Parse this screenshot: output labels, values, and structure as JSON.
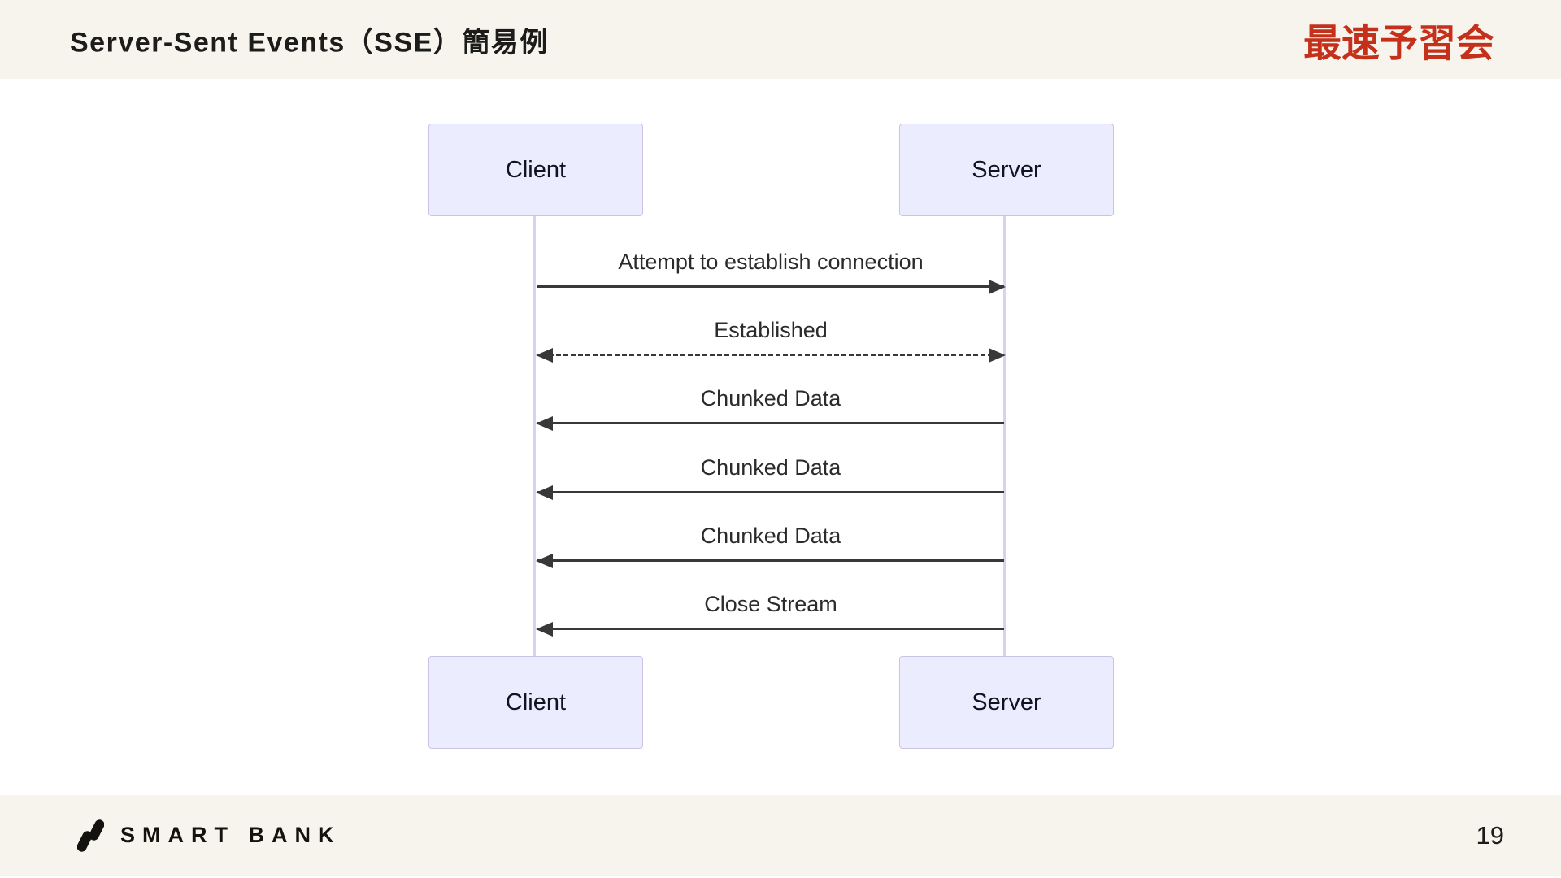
{
  "header": {
    "title": "Server-Sent Events（SSE）簡易例",
    "badge": "最速予習会"
  },
  "diagram": {
    "actors": {
      "left": "Client",
      "right": "Server"
    },
    "messages": [
      {
        "label": "Attempt to establish connection",
        "from": "Client",
        "to": "Server",
        "line": "solid",
        "heads": "right"
      },
      {
        "label": "Established",
        "from": "Client",
        "to": "Server",
        "line": "dashed",
        "heads": "both"
      },
      {
        "label": "Chunked Data",
        "from": "Server",
        "to": "Client",
        "line": "solid",
        "heads": "left"
      },
      {
        "label": "Chunked Data",
        "from": "Server",
        "to": "Client",
        "line": "solid",
        "heads": "left"
      },
      {
        "label": "Chunked Data",
        "from": "Server",
        "to": "Client",
        "line": "solid",
        "heads": "left"
      },
      {
        "label": "Close Stream",
        "from": "Server",
        "to": "Client",
        "line": "solid",
        "heads": "left"
      }
    ]
  },
  "footer": {
    "logo_text": "SMART BANK",
    "page_number": "19"
  },
  "colors": {
    "band_bg": "#F7F4ED",
    "accent_red": "#C5301B",
    "actor_fill": "#ECECFF",
    "actor_border": "#C9C3E6",
    "lifeline": "#D8D2EE",
    "arrow": "#383838"
  }
}
